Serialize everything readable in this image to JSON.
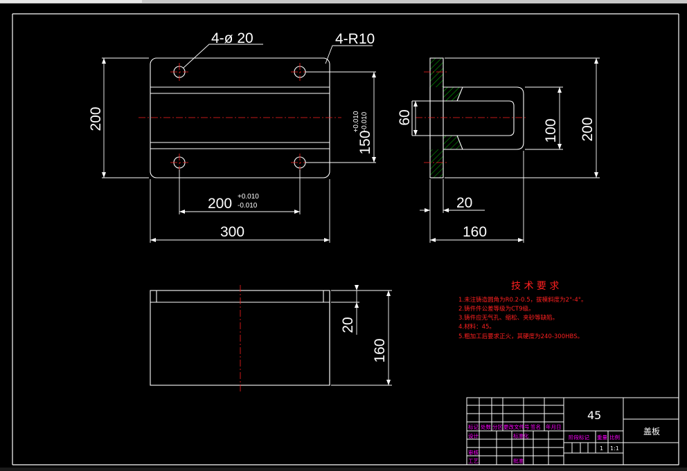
{
  "colors": {
    "background": "#000000",
    "outline": "#ffffff",
    "centerline": "#ff2020",
    "hatch": "#00c000",
    "requirements_text": "#ff2020",
    "title_block_labels": "#ff00ff"
  },
  "front_view": {
    "holes_label": "4-ø 20",
    "radius_label": "4-R10",
    "height_dim": "200",
    "hole_spacing_v": "150",
    "hole_spacing_v_tol_upper": "+0.010",
    "hole_spacing_v_tol_lower": "-0.010",
    "hole_spacing_h": "200",
    "hole_spacing_h_tol_upper": "+0.010",
    "hole_spacing_h_tol_lower": "-0.010",
    "width_dim": "300"
  },
  "side_view": {
    "slot_dim": "60",
    "inner_dim": "100",
    "height_dim": "200",
    "flange_dim": "20",
    "depth_dim": "160"
  },
  "top_view": {
    "thickness_dim": "20",
    "depth_dim": "160"
  },
  "requirements": {
    "title": "技 术 要 求",
    "items": [
      "1.未注铸造圆角为R0.2-0.5，拔模斜度为2°-4°。",
      "2.铸件件公差等级为CT9级。",
      "3.铸件应无气孔、缩松、夹砂等缺陷。",
      "4.材料：45。",
      "5.粗加工后要求正火，其硬度为240-300HBS。"
    ]
  },
  "title_block": {
    "material": "45",
    "part_name": "盖板",
    "labels": {
      "mark": "标记",
      "count": "处数",
      "zone": "分区",
      "change_doc": "更改文件号",
      "signature": "签名",
      "date": "年月日",
      "design": "设计",
      "standardize": "标准化",
      "review": "审核",
      "process": "工艺",
      "approve": "批准",
      "stage_mark": "阶段标记",
      "weight": "重量",
      "scale": "比例"
    },
    "weight_value": "1",
    "scale_value": "1:1"
  }
}
